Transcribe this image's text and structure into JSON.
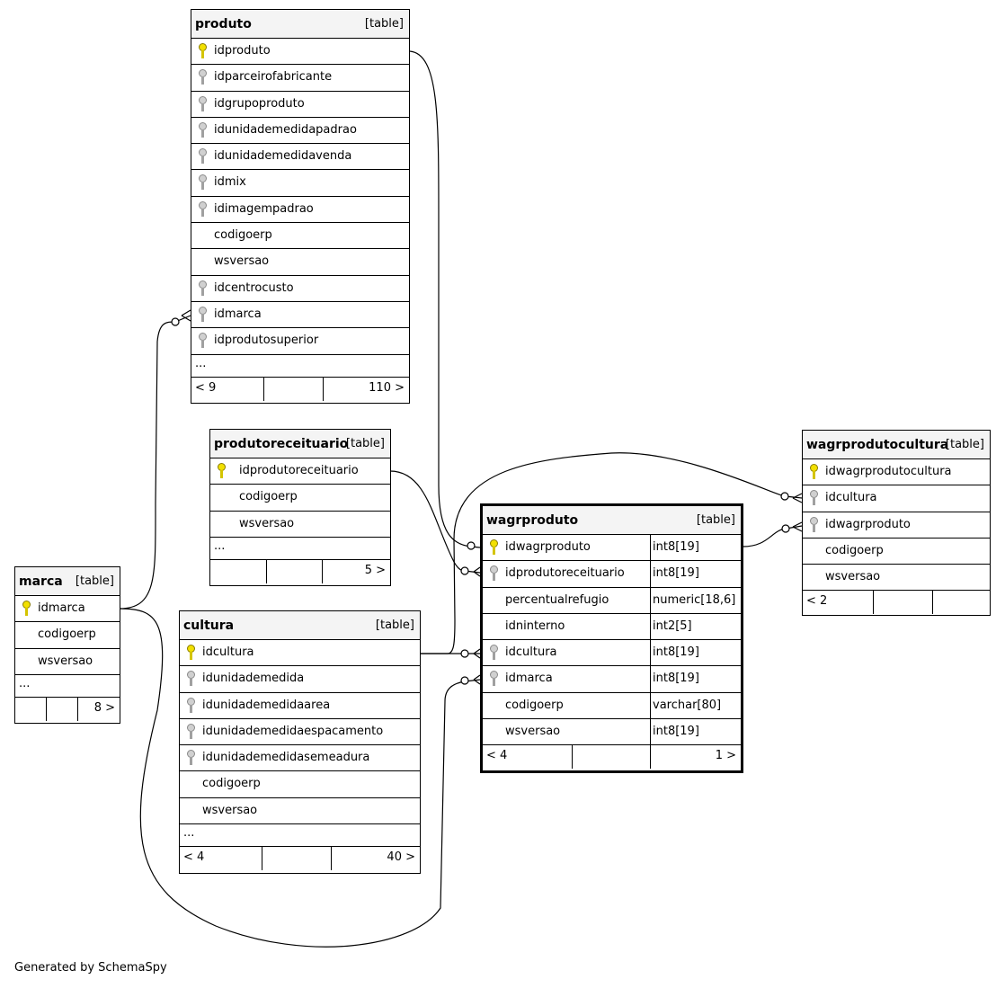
{
  "generated_by": "Generated by SchemaSpy",
  "tables": {
    "produto": {
      "name": "produto",
      "kind": "[table]",
      "columns": [
        {
          "name": "idproduto",
          "key": "pk"
        },
        {
          "name": "idparceirofabricante",
          "key": "fk"
        },
        {
          "name": "idgrupoproduto",
          "key": "fk"
        },
        {
          "name": "idunidademedidapadrao",
          "key": "fk"
        },
        {
          "name": "idunidademedidavenda",
          "key": "fk"
        },
        {
          "name": "idmix",
          "key": "fk"
        },
        {
          "name": "idimagempadrao",
          "key": "fk"
        },
        {
          "name": "codigoerp",
          "key": ""
        },
        {
          "name": "wsversao",
          "key": ""
        },
        {
          "name": "idcentrocusto",
          "key": "fk"
        },
        {
          "name": "idmarca",
          "key": "fk"
        },
        {
          "name": "idprodutosuperior",
          "key": "fk"
        }
      ],
      "more": "...",
      "footer_left": "< 9",
      "footer_right": "110 >"
    },
    "produtoreceituario": {
      "name": "produtoreceituario",
      "kind": "[table]",
      "columns": [
        {
          "name": "idprodutoreceituario",
          "key": "pk"
        },
        {
          "name": "codigoerp",
          "key": ""
        },
        {
          "name": "wsversao",
          "key": ""
        }
      ],
      "more": "...",
      "footer_left": "",
      "footer_right": "5 >"
    },
    "marca": {
      "name": "marca",
      "kind": "[table]",
      "columns": [
        {
          "name": "idmarca",
          "key": "pk"
        },
        {
          "name": "codigoerp",
          "key": ""
        },
        {
          "name": "wsversao",
          "key": ""
        }
      ],
      "more": "...",
      "footer_left": "",
      "footer_right": "8 >"
    },
    "cultura": {
      "name": "cultura",
      "kind": "[table]",
      "columns": [
        {
          "name": "idcultura",
          "key": "pk"
        },
        {
          "name": "idunidademedida",
          "key": "fk"
        },
        {
          "name": "idunidademedidaarea",
          "key": "fk"
        },
        {
          "name": "idunidademedidaespacamento",
          "key": "fk"
        },
        {
          "name": "idunidademedidasemeadura",
          "key": "fk"
        },
        {
          "name": "codigoerp",
          "key": ""
        },
        {
          "name": "wsversao",
          "key": ""
        }
      ],
      "more": "...",
      "footer_left": "< 4",
      "footer_right": "40 >"
    },
    "wagrproduto": {
      "name": "wagrproduto",
      "kind": "[table]",
      "columns": [
        {
          "name": "idwagrproduto",
          "key": "pk",
          "type": "int8[19]"
        },
        {
          "name": "idprodutoreceituario",
          "key": "fk",
          "type": "int8[19]"
        },
        {
          "name": "percentualrefugio",
          "key": "",
          "type": "numeric[18,6]"
        },
        {
          "name": "idninterno",
          "key": "",
          "type": "int2[5]"
        },
        {
          "name": "idcultura",
          "key": "fk",
          "type": "int8[19]"
        },
        {
          "name": "idmarca",
          "key": "fk",
          "type": "int8[19]"
        },
        {
          "name": "codigoerp",
          "key": "",
          "type": "varchar[80]"
        },
        {
          "name": "wsversao",
          "key": "",
          "type": "int8[19]"
        }
      ],
      "footer_left": "< 4",
      "footer_right": "1 >"
    },
    "wagrprodutocultura": {
      "name": "wagrprodutocultura",
      "kind": "[table]",
      "columns": [
        {
          "name": "idwagrprodutocultura",
          "key": "pk"
        },
        {
          "name": "idcultura",
          "key": "fk"
        },
        {
          "name": "idwagrproduto",
          "key": "fk"
        },
        {
          "name": "codigoerp",
          "key": ""
        },
        {
          "name": "wsversao",
          "key": ""
        }
      ],
      "footer_left": "< 2",
      "footer_right": ""
    }
  }
}
